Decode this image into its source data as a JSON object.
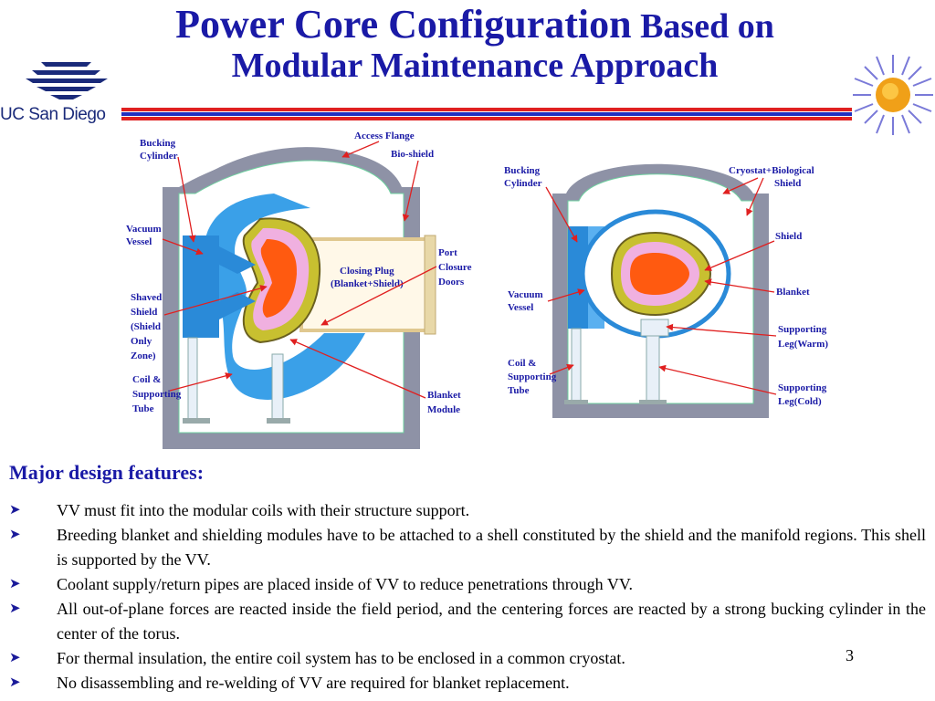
{
  "title": {
    "line1_big": "Power Core Configuration",
    "line1_small": " Based on",
    "line2": "Modular Maintenance Approach"
  },
  "logo": {
    "text": "UC San Diego"
  },
  "colors": {
    "title": "#1a1aa6",
    "rule_red": "#e02020",
    "rule_blue": "#2030c0"
  },
  "diagram_left": {
    "labels": {
      "bucking": [
        "Bucking",
        "Cylinder"
      ],
      "access_flange": "Access Flange",
      "bio_shield": "Bio-shield",
      "vacuum_vessel": [
        "Vacuum",
        "Vessel"
      ],
      "port_closure": [
        "Port",
        "Closure",
        "Doors"
      ],
      "closing_plug": [
        "Closing Plug",
        "(Blanket+Shield)"
      ],
      "shaved_shield": [
        "Shaved",
        "Shield",
        "(Shield",
        "Only",
        "Zone)"
      ],
      "coil_support": [
        "Coil &",
        "Supporting",
        "Tube"
      ],
      "blanket_module": [
        "Blanket",
        "Module"
      ]
    }
  },
  "diagram_right": {
    "labels": {
      "bucking": [
        "Bucking",
        "Cylinder"
      ],
      "cryostat": [
        "Cryostat+Biological",
        "Shield"
      ],
      "shield": "Shield",
      "vacuum_vessel": [
        "Vacuum",
        "Vessel"
      ],
      "blanket": "Blanket",
      "supporting_warm": [
        "Supporting",
        "Leg(Warm)"
      ],
      "coil_support": [
        "Coil &",
        "Supporting",
        "Tube"
      ],
      "supporting_cold": [
        "Supporting",
        "Leg(Cold)"
      ]
    }
  },
  "section_title": "Major design features:",
  "bullet_icon": "arrow-bullet-icon",
  "bullets": [
    "VV must fit into the modular coils with their structure support.",
    "Breeding blanket and shielding modules have to be attached to a shell constituted by the shield and the manifold regions. This shell is supported by the VV.",
    "Coolant supply/return pipes are placed inside of VV to reduce penetrations through VV.",
    "All out-of-plane forces are reacted inside the field period, and the centering forces are reacted by a strong bucking cylinder in the center of the torus.",
    "For thermal insulation, the entire coil system has to be enclosed in a common cryostat.",
    "No disassembling and re-welding of VV are required for blanket replacement."
  ],
  "page_number": "3"
}
